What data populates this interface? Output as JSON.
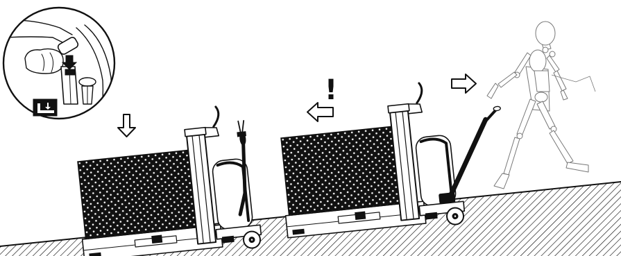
{
  "warning_mark": "!",
  "icons": {
    "detail_inset": "hand-pressing-lowering-button",
    "lowering_symbol": "fork-lowering-icon",
    "lower_arrow": "arrow-down-icon",
    "reverse_arrow": "arrow-left-icon",
    "travel_arrow": "arrow-right-icon",
    "operator": "operator-figure",
    "truck": "pallet-truck",
    "load": "pallet-load",
    "slope": "inclined-ground"
  },
  "colors": {
    "ink": "#111111",
    "background": "#ffffff",
    "figure": "#777777"
  }
}
